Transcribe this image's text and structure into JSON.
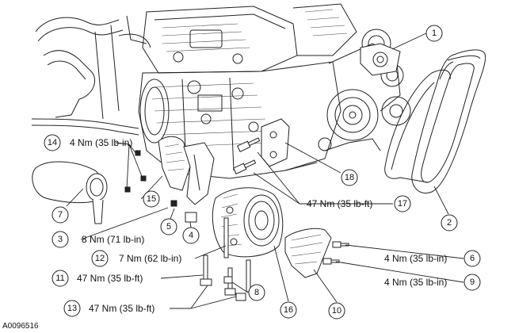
{
  "reference_code": "A0096516",
  "callouts": [
    {
      "id": "c1",
      "number": "1",
      "spec": ""
    },
    {
      "id": "c2",
      "number": "2",
      "spec": ""
    },
    {
      "id": "c3",
      "number": "3",
      "spec": "8 Nm (71 lb-in)"
    },
    {
      "id": "c4",
      "number": "4",
      "spec": ""
    },
    {
      "id": "c5",
      "number": "5",
      "spec": ""
    },
    {
      "id": "c6",
      "number": "6",
      "spec": "4 Nm (35 lb-in)"
    },
    {
      "id": "c7",
      "number": "7",
      "spec": ""
    },
    {
      "id": "c8",
      "number": "8",
      "spec": ""
    },
    {
      "id": "c9",
      "number": "9",
      "spec": "4 Nm (35 lb-in)"
    },
    {
      "id": "c10",
      "number": "10",
      "spec": ""
    },
    {
      "id": "c11",
      "number": "11",
      "spec": "47 Nm (35 lb-ft)"
    },
    {
      "id": "c12",
      "number": "12",
      "spec": "7 Nm (62 lb-in)"
    },
    {
      "id": "c13",
      "number": "13",
      "spec": "47 Nm (35 lb-ft)"
    },
    {
      "id": "c14",
      "number": "14",
      "spec": "4 Nm (35 lb-in)"
    },
    {
      "id": "c15",
      "number": "15",
      "spec": ""
    },
    {
      "id": "c16",
      "number": "16",
      "spec": ""
    },
    {
      "id": "c17",
      "number": "17",
      "spec": "47 Nm (35 lb-ft)"
    },
    {
      "id": "c18",
      "number": "18",
      "spec": ""
    }
  ]
}
